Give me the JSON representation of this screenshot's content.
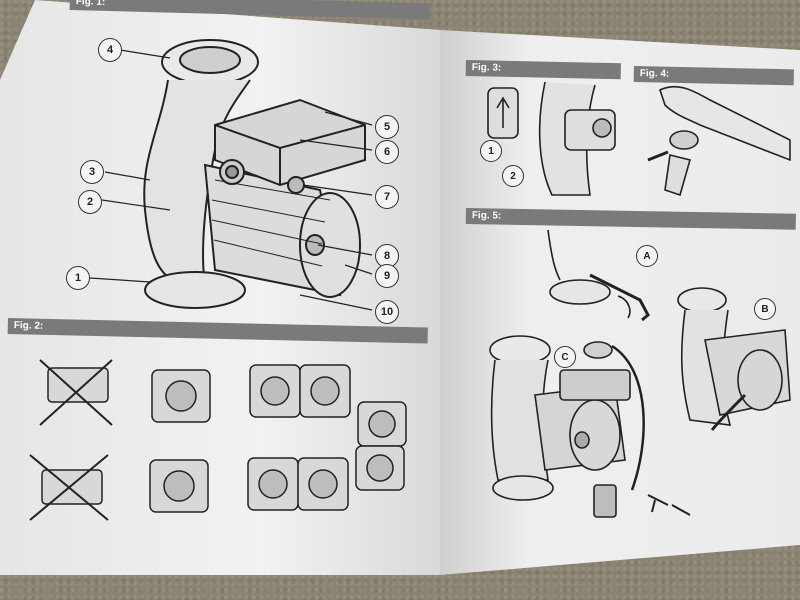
{
  "photo": {
    "subject": "Open pump installation manual booklet on carpet",
    "top_label": "Fig. 1:"
  },
  "left_page": {
    "fig2_label": "Fig. 2:",
    "callouts": [
      "1",
      "2",
      "3",
      "4",
      "5",
      "6",
      "7",
      "8",
      "9",
      "10"
    ]
  },
  "right_page": {
    "fig3_label": "Fig. 3:",
    "fig4_label": "Fig. 4:",
    "fig5_label": "Fig. 5:",
    "fig3_callouts": [
      "1",
      "2"
    ],
    "fig5_callouts": [
      "A",
      "B",
      "C"
    ]
  }
}
